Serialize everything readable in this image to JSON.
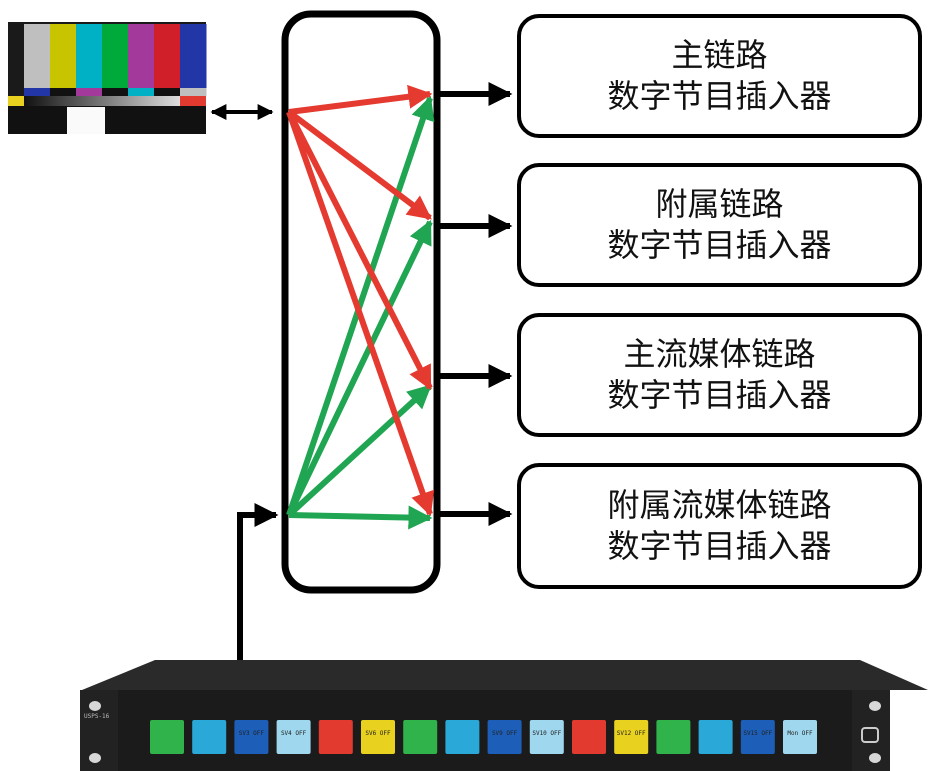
{
  "outputs": [
    {
      "line1": "主链路",
      "line2": "数字节目插入器"
    },
    {
      "line1": "附属链路",
      "line2": "数字节目插入器"
    },
    {
      "line1": "主流媒体链路",
      "line2": "数字节目插入器"
    },
    {
      "line1": "附属流媒体链路",
      "line2": "数字节目插入器"
    }
  ],
  "colors": {
    "red_arrow": "#e53a2f",
    "green_arrow": "#20a552",
    "line": "#000000",
    "panel_body": "#1b1b1b"
  },
  "panel": {
    "label": "USPS-16",
    "keys": [
      {
        "color": "#2fb34a",
        "text": ""
      },
      {
        "color": "#2aa8d8",
        "text": ""
      },
      {
        "color": "#1d5fb8",
        "text": "SV3 OFF"
      },
      {
        "color": "#9fd8ee",
        "text": "SV4 OFF"
      },
      {
        "color": "#e23a2e",
        "text": ""
      },
      {
        "color": "#e8d21f",
        "text": "SV6 OFF"
      },
      {
        "color": "#2fb34a",
        "text": ""
      },
      {
        "color": "#2aa8d8",
        "text": ""
      },
      {
        "color": "#1d5fb8",
        "text": "SV9 OFF"
      },
      {
        "color": "#9fd8ee",
        "text": "SV10 OFF"
      },
      {
        "color": "#e23a2e",
        "text": ""
      },
      {
        "color": "#e8d21f",
        "text": "SV12 OFF"
      },
      {
        "color": "#2fb34a",
        "text": ""
      },
      {
        "color": "#2aa8d8",
        "text": ""
      },
      {
        "color": "#1d5fb8",
        "text": "SV15 OFF"
      },
      {
        "color": "#9fd8ee",
        "text": "Mon OFF"
      }
    ]
  },
  "color_bars": {
    "top": [
      "#bfbfbf",
      "#c9c400",
      "#00b0c4",
      "#00aa3a",
      "#a3399a",
      "#d11f2a",
      "#2236a8"
    ],
    "mid": [
      "#2236a8",
      "#111111",
      "#a3399a",
      "#111111",
      "#00b0c4",
      "#111111",
      "#bfbfbf"
    ]
  }
}
